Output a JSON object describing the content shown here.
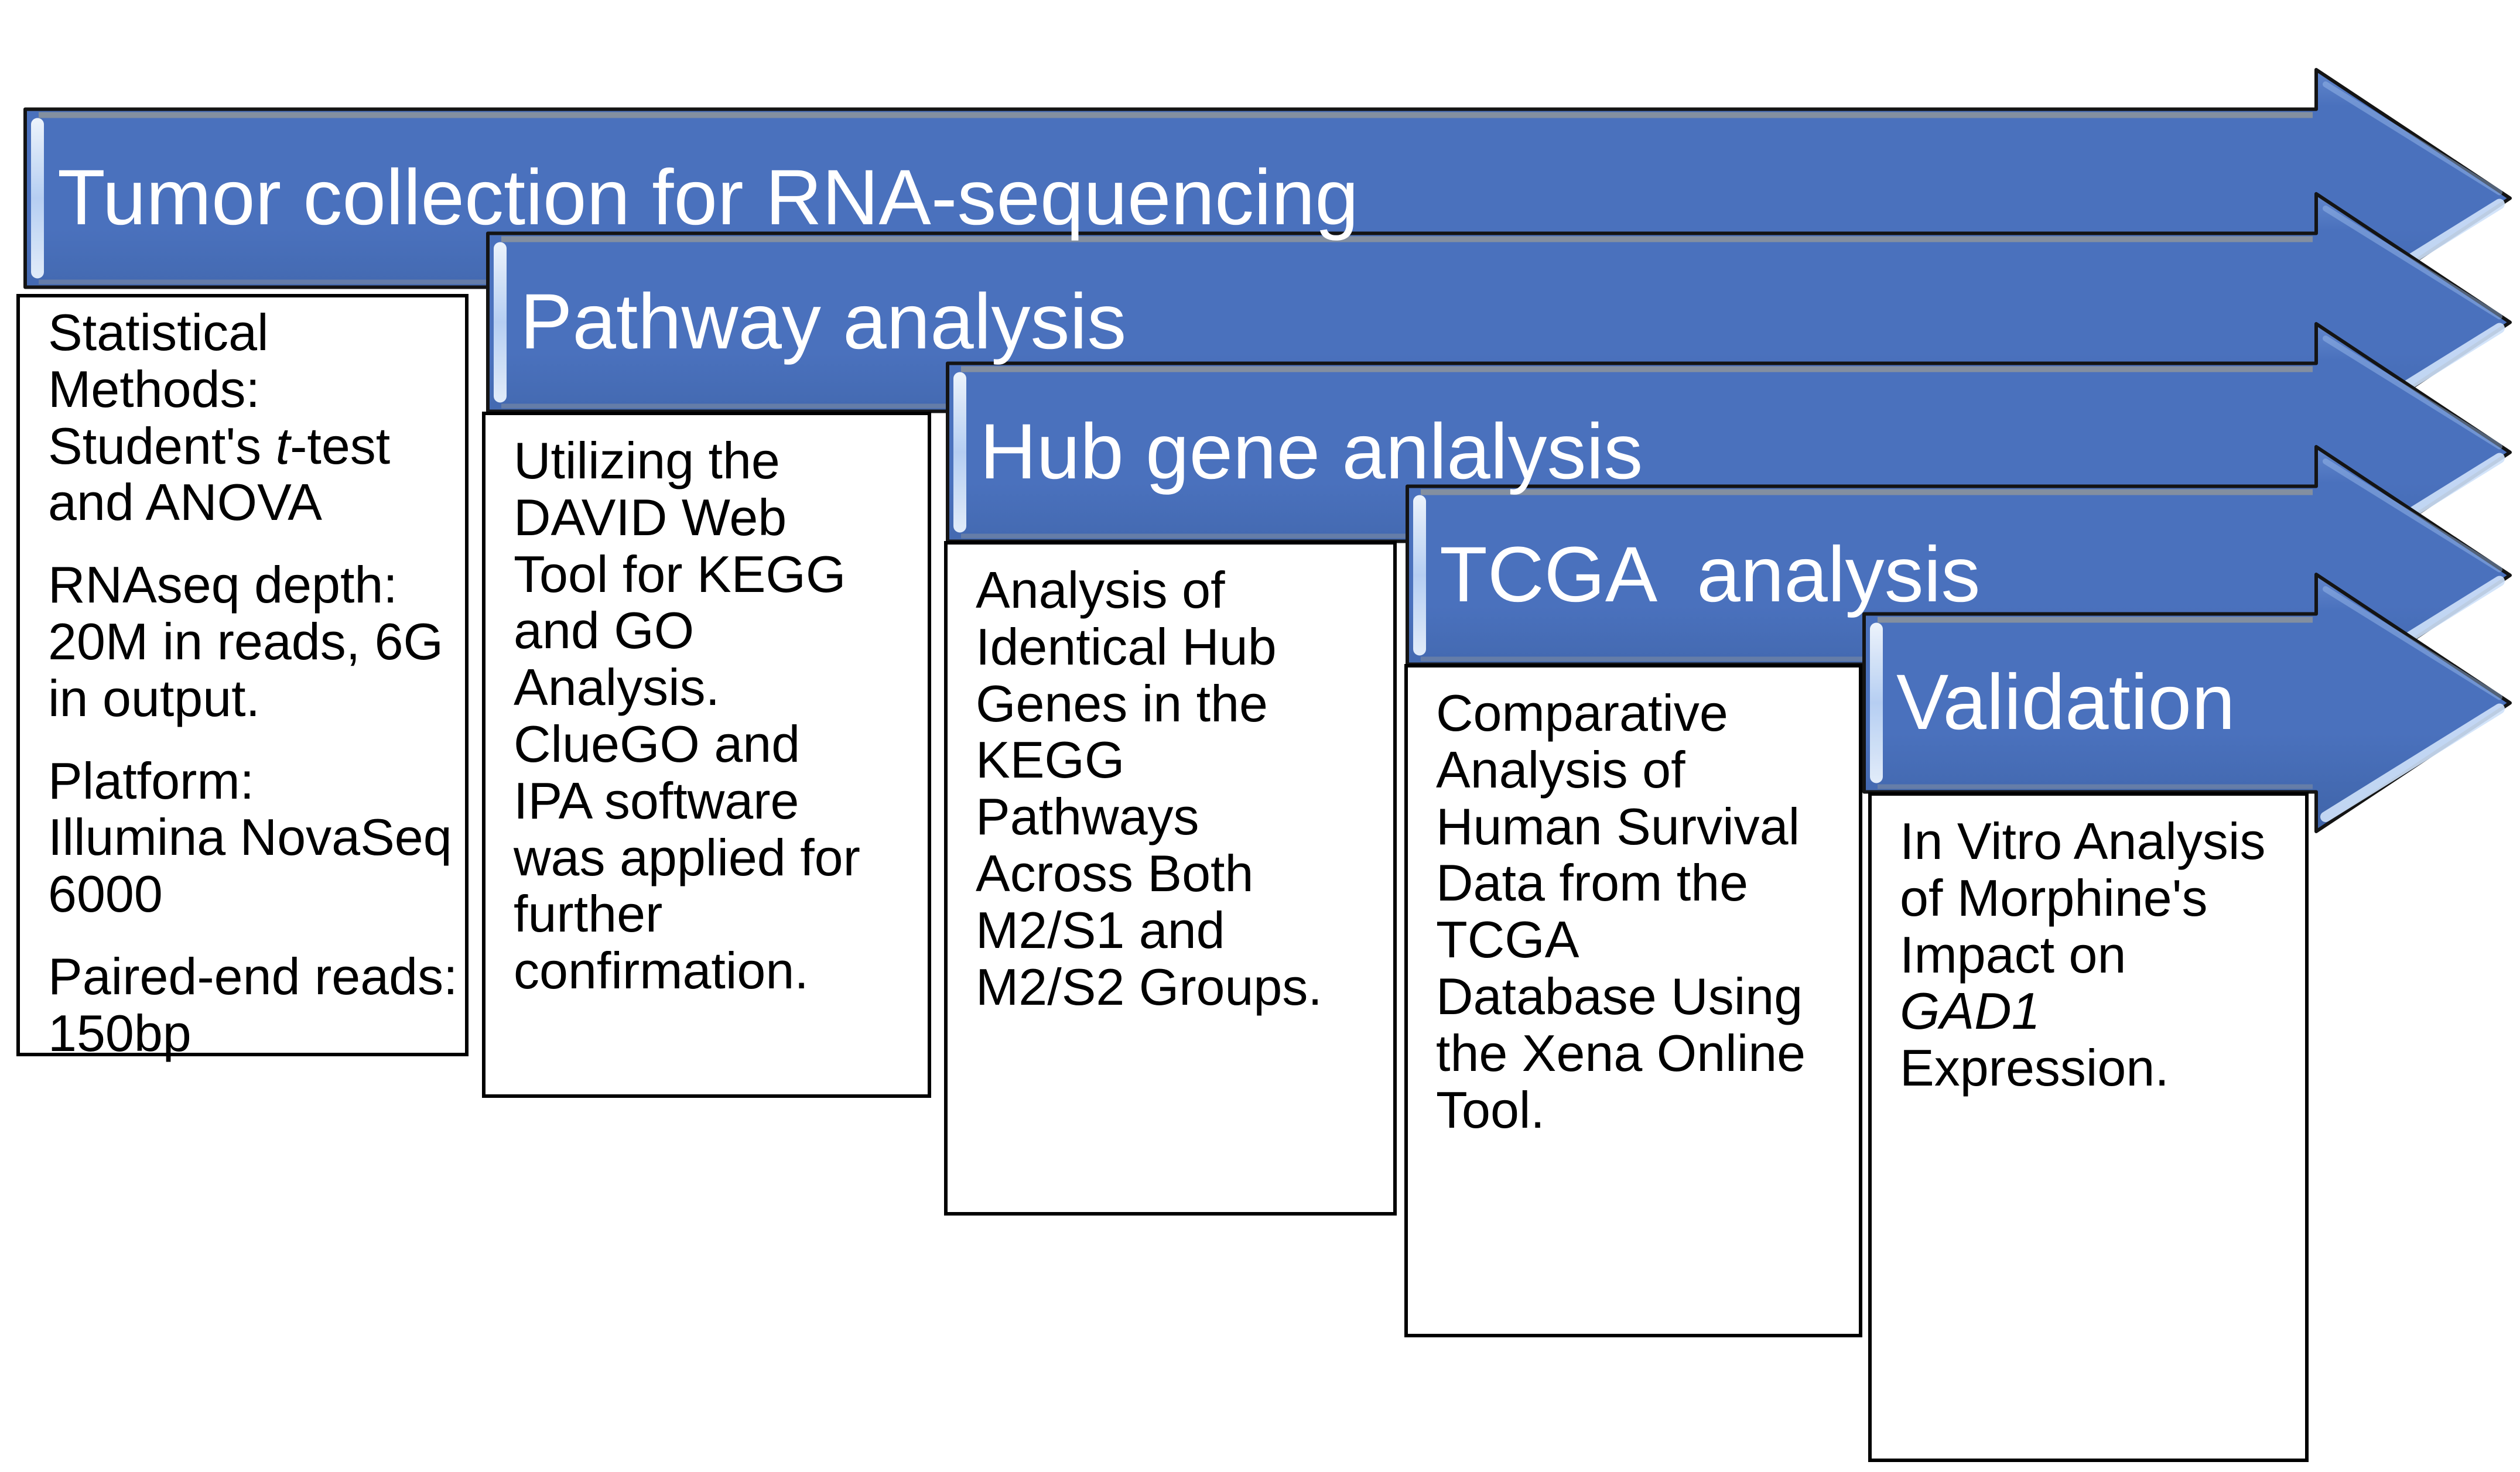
{
  "diagram_type": "staggered-arrow process flow, 5 steps",
  "steps": [
    {
      "banner": "Tumor collection for RNA-sequencing",
      "detail_p1_pre": "Statistical Methods: Student's ",
      "detail_p1_italic": "t",
      "detail_p1_post": "-test and ANOVA",
      "detail_p2": "RNAseq depth: 20M in reads, 6G in output.",
      "detail_p3": "Platform:\nIllumina NovaSeq 6000",
      "detail_p4": "Paired-end reads: 150bp"
    },
    {
      "banner": "Pathway analysis",
      "detail_p1": "Utilizing the DAVID Web Tool for KEGG and GO Analysis. ClueGO and IPA software was applied for further confirmation."
    },
    {
      "banner": "Hub gene anlalysis",
      "detail_p1": "Analysis of Identical Hub Genes in the KEGG Pathways Across Both M2/S1 and M2/S2 Groups."
    },
    {
      "banner": "TCGA  analysis",
      "detail_p1": "Comparative Analysis of Human Survival Data from the TCGA Database Using the Xena Online Tool."
    },
    {
      "banner": "Validation",
      "detail_p1_pre": "In Vitro Analysis of Morphine's Impact on ",
      "detail_p1_italic": "GAD1",
      "detail_p1_post": " Expression."
    }
  ],
  "colors": {
    "arrow_fill": "#4a71bd",
    "arrow_fill_light": "#6388cd",
    "arrow_fill_dark": "#3f64a8",
    "arrow_outline": "#141414",
    "arrow_bevel_light": "#cfe2fa",
    "arrow_top_shade": "#8e959c",
    "banner_text": "#ffffff",
    "box_border": "#000000",
    "box_bg": "#ffffff",
    "box_text": "#000000",
    "background": "#ffffff"
  }
}
